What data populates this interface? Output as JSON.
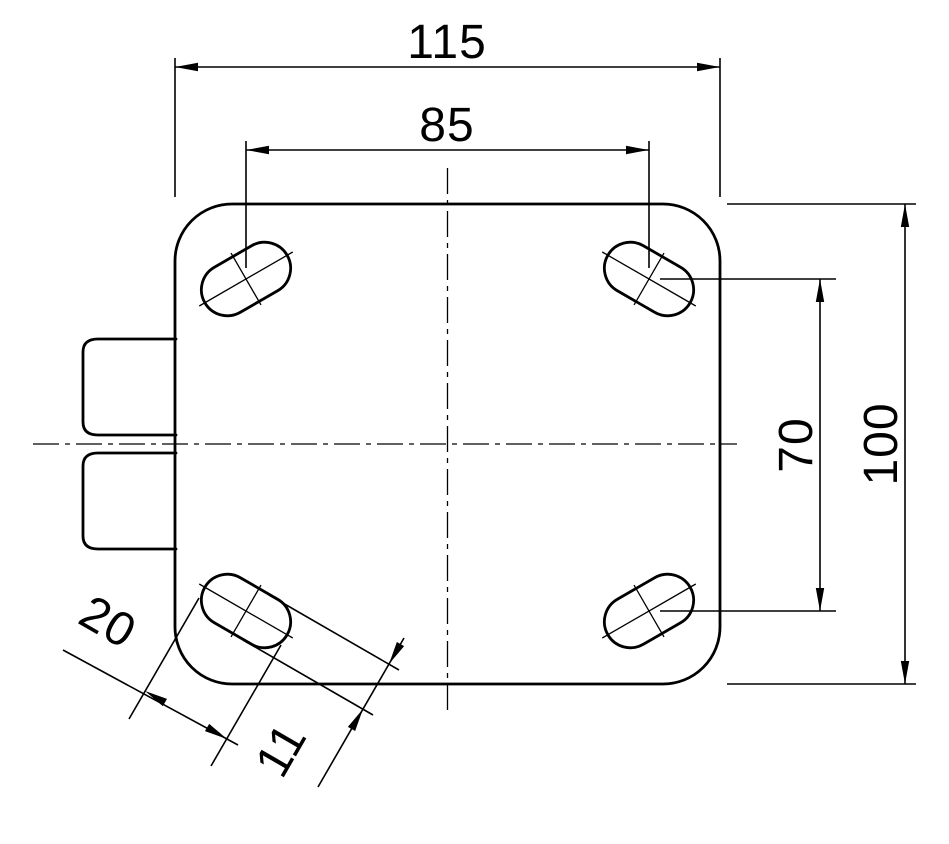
{
  "drawing": {
    "kind": "technical-dimension-drawing",
    "subject": "mounting-plate-top-view-with-four-slotted-holes",
    "colors": {
      "line": "#000000",
      "background": "#ffffff"
    },
    "dimensions": {
      "plate_width": "115",
      "slot_spacing_horizontal": "85",
      "plate_depth": "100",
      "slot_spacing_vertical": "70",
      "slot_length": "20",
      "slot_width": "11"
    }
  }
}
